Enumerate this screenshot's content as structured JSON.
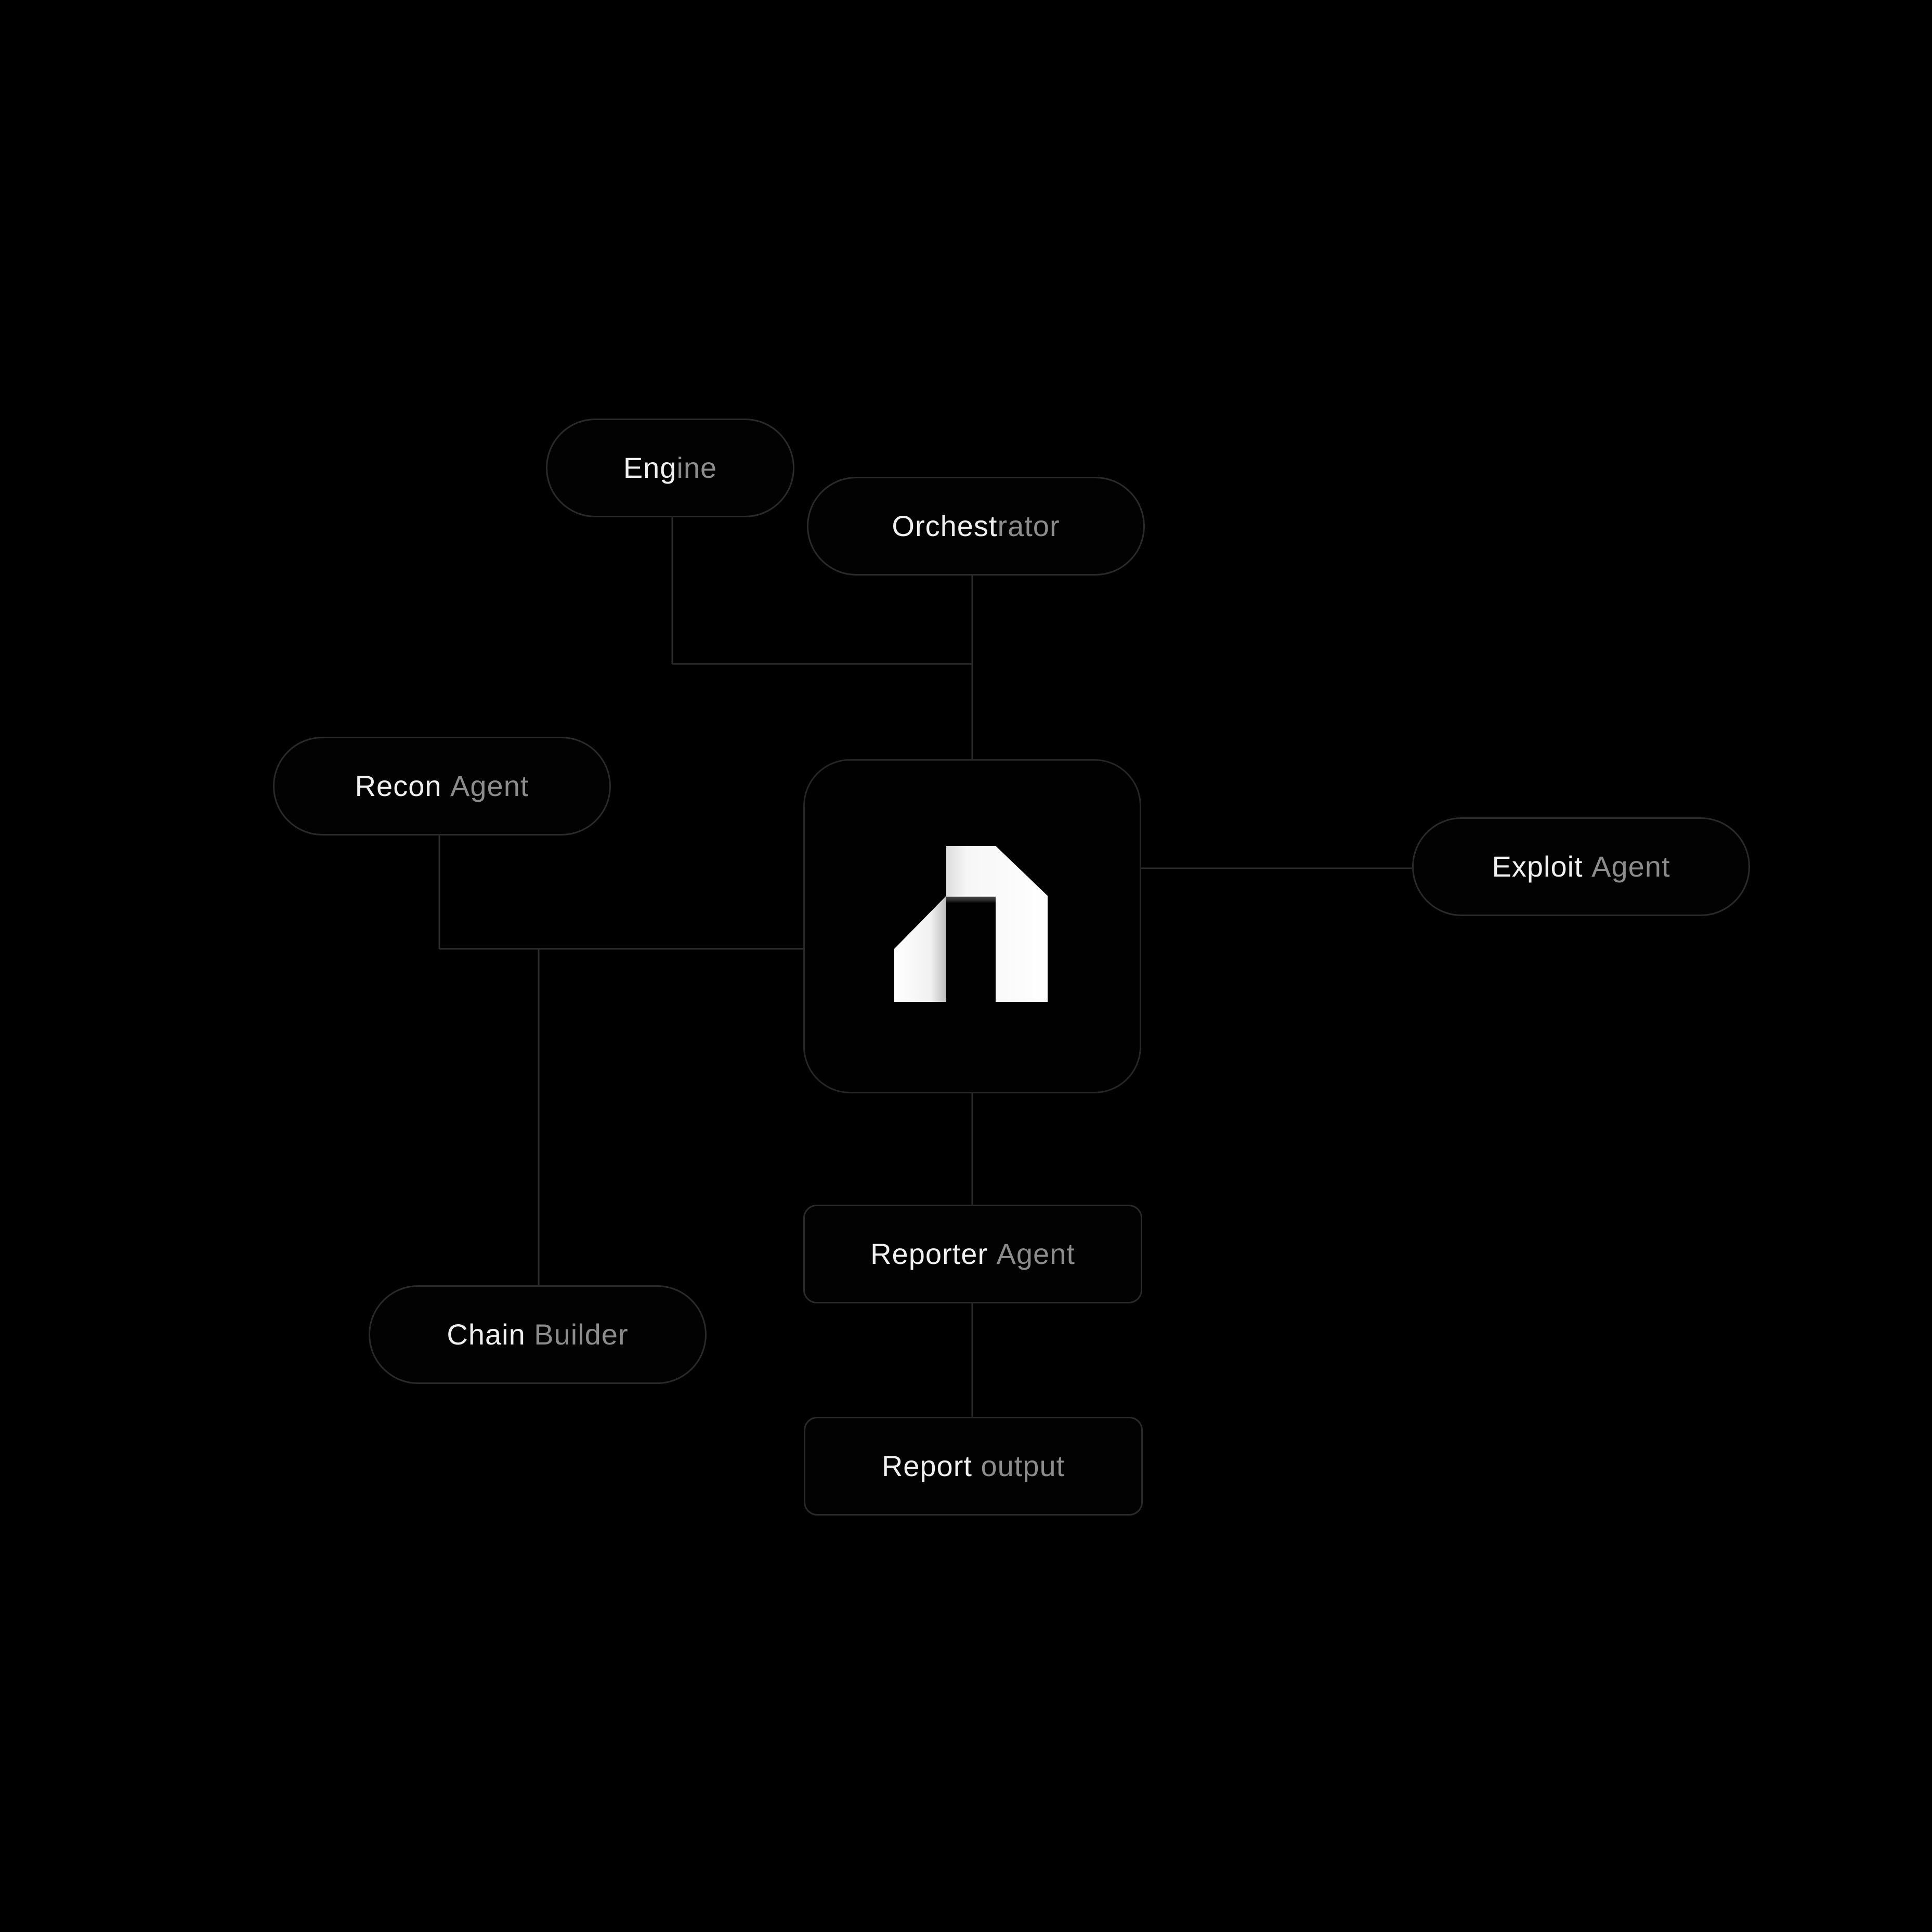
{
  "colors": {
    "background": "#000000",
    "node_border": "#2a2a2a",
    "connector": "#2c2c2c",
    "text_primary": "#f0f0f0",
    "text_secondary": "#8c8c8c",
    "logo": "#ffffff"
  },
  "hub": {
    "logo_icon": "brand-logo-icon"
  },
  "nodes": {
    "engine": {
      "word1": "Eng",
      "word2": "ine"
    },
    "orchestrator": {
      "word1": "Orchest",
      "word2": "rator"
    },
    "recon": {
      "word1": "Recon",
      "word2": "Agent"
    },
    "exploit": {
      "word1": "Exploit",
      "word2": "Agent"
    },
    "chain_builder": {
      "word1": "Chain",
      "word2": "Builder"
    },
    "reporter": {
      "word1": "Reporter",
      "word2": "Agent"
    },
    "report_output": {
      "word1": "Report",
      "word2": "output"
    }
  }
}
